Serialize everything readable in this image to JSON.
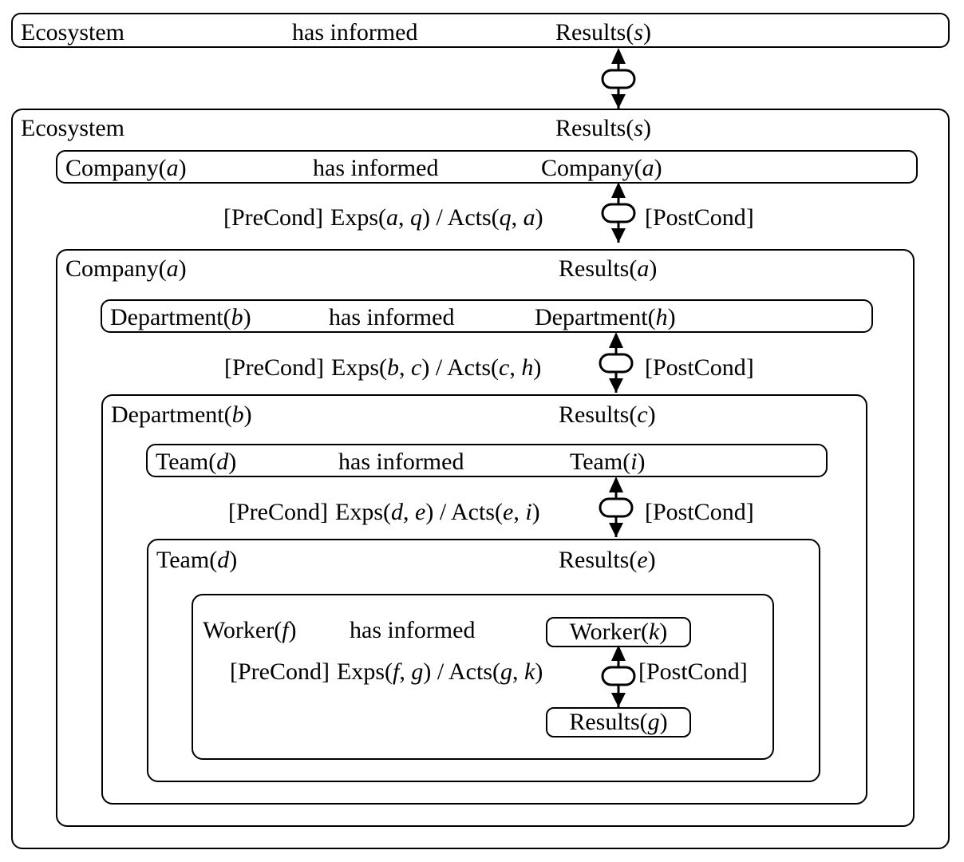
{
  "diagram": {
    "title_top": "Ecosystem",
    "levels": [
      {
        "id": "ecosystem-top",
        "container_label": "Ecosystem",
        "bar": {
          "source": "Ecosystem",
          "relation": "has informed",
          "target": "Results(s)"
        }
      },
      {
        "id": "ecosystem",
        "container_label": "Ecosystem",
        "container_results": "Results(s)",
        "bar": {
          "source": "Company(a)",
          "relation": "has informed",
          "target": "Company(a)"
        },
        "transition": {
          "precond": "[PreCond]",
          "expression": "Exps(a, q) / Acts(q, a)",
          "postcond": "[PostCond]"
        }
      },
      {
        "id": "company",
        "container_label": "Company(a)",
        "container_results": "Results(a)",
        "bar": {
          "source": "Department(b)",
          "relation": "has informed",
          "target": "Department(h)"
        },
        "transition": {
          "precond": "[PreCond]",
          "expression": "Exps(b, c) / Acts(c, h)",
          "postcond": "[PostCond]"
        }
      },
      {
        "id": "department",
        "container_label": "Department(b)",
        "container_results": "Results(c)",
        "bar": {
          "source": "Team(d)",
          "relation": "has informed",
          "target": "Team(i)"
        },
        "transition": {
          "precond": "[PreCond]",
          "expression": "Exps(d, e) / Acts(e, i)",
          "postcond": "[PostCond]"
        }
      },
      {
        "id": "team",
        "container_label": "Team(d)",
        "container_results": "Results(e)",
        "bar": {
          "source": "Worker(f)",
          "relation": "has informed",
          "target": "Worker(k)"
        },
        "transition": {
          "precond": "[PreCond]",
          "expression": "Exps(f, g) / Acts(g, k)",
          "postcond": "[PostCond]"
        }
      },
      {
        "id": "worker",
        "container_label": "Worker(f)",
        "leaf_target": "Worker(k)",
        "leaf_results": "Results(g)"
      }
    ],
    "colors": {
      "stroke": "#000000",
      "background": "#ffffff"
    }
  }
}
